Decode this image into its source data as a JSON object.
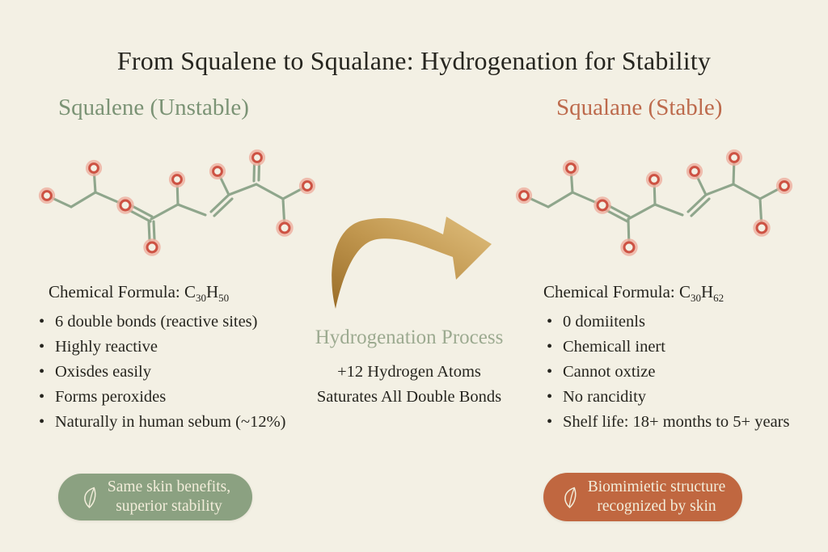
{
  "page": {
    "title": "From Squalene to Squalane: Hydrogenation for Stability",
    "background_color": "#f3f0e4",
    "text_color": "#26251f"
  },
  "left_panel": {
    "heading": "Squalene (Unstable)",
    "heading_color": "#7b9375",
    "molecule_icon": "squalene-skeletal-structure",
    "formula": {
      "prefix": "Chemical Formula: ",
      "c_symbol": "C",
      "c_subscript": "30",
      "h_symbol": "H",
      "h_subscript": "50"
    },
    "bullets": [
      "6 double bonds (reactive sites)",
      "Highly reactive",
      "Oxisdes easily",
      "Forms peroxides",
      "Naturally in human sebum (~12%)"
    ],
    "badge": {
      "icon": "leaf-icon",
      "line1": "Same skin benefits,",
      "line2": "superior stability",
      "color": "#8ba181"
    }
  },
  "center": {
    "arrow_icon": "curved-gold-arrow-right",
    "arrow_gradient": [
      "#9a6d28",
      "#c1974f",
      "#e0bf7e"
    ],
    "process_label": "Hydrogenation Process",
    "process_label_color": "#9caa90",
    "detail_line1": "+12 Hydrogen Atoms",
    "detail_line2": "Saturates All Double Bonds"
  },
  "right_panel": {
    "heading": "Squalane (Stable)",
    "heading_color": "#bd6a4c",
    "molecule_icon": "squalane-skeletal-structure",
    "formula": {
      "prefix": "Chemical Formula: ",
      "c_symbol": "C",
      "c_subscript": "30",
      "h_symbol": "H",
      "h_subscript": "62"
    },
    "bullets": [
      "0 domiitenls",
      "Chemicall inert",
      "Cannot oxtize",
      "No rancidity",
      "Shelf life: 18+ months to 5+ years"
    ],
    "badge": {
      "icon": "leaf-icon",
      "line1": "Biomimietic structure",
      "line2": "recognized by skin",
      "color": "#c06740"
    }
  },
  "molecule_style": {
    "bond_color": "#8fa68c",
    "atom_ring_color": "#cd5243",
    "atom_glow_color": "#eeae9e"
  }
}
